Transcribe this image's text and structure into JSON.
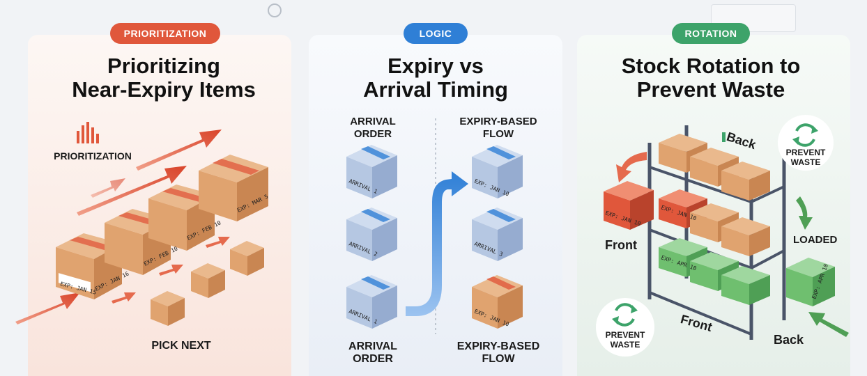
{
  "panels": [
    {
      "pill": "PRIORITIZATION",
      "title_line1": "Prioritizing",
      "title_line2": "Near-Expiry Items",
      "chart_label": "PRIORITIZATION",
      "box_labels": [
        "EXP: JAN 15",
        "EXP: JAN 16",
        "EXP: FEB 10",
        "EXP: FEB 10",
        "EXP: MAR 5"
      ],
      "bottom_label": "PICK NEXT"
    },
    {
      "pill": "LOGIC",
      "title_line1": "Expiry vs",
      "title_line2": "Arrival Timing",
      "left_header": [
        "ARRIVAL",
        "ORDER"
      ],
      "right_header": [
        "EXPIRY-BASED",
        "FLOW"
      ],
      "left_boxes": [
        "ARRIVAL 1",
        "ARRIVAL 2",
        "ARRIVAL 1"
      ],
      "right_boxes": [
        "EXP: JAN 10",
        "ARRIVAL 3",
        "EXP: JAN 10"
      ],
      "left_footer": [
        "ARRIVAL",
        "ORDER"
      ],
      "right_footer": [
        "EXPIRY-BASED",
        "FLOW"
      ]
    },
    {
      "pill": "ROTATION",
      "title_line1": "Stock Rotation to",
      "title_line2": "Prevent Waste",
      "back_top": "Back",
      "prevent_top": [
        "PREVENT",
        "WASTE"
      ],
      "front_left": "Front",
      "loaded": "LOADED",
      "prevent_bottom": [
        "PREVENT",
        "WASTE"
      ],
      "front_bottom": "Front",
      "back_bottom": "Back",
      "box_labels": [
        "EXP: JAN 10",
        "EXP: JAN 10",
        "EXP: APR 10",
        "EXP: APR 10"
      ]
    }
  ],
  "colors": {
    "red": "#e0573b",
    "blue": "#2f7fd6",
    "green": "#3da36a",
    "cardboard": "#e2a878",
    "greenbox": "#6fbf6f",
    "bluebox": "#b8c9e2"
  }
}
